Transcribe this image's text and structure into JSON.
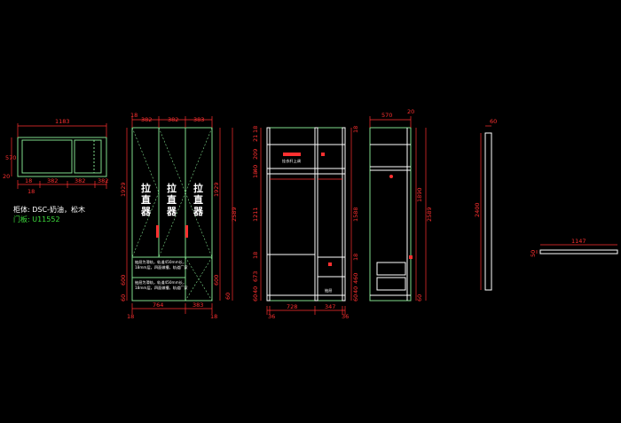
{
  "colors": {
    "background": "#000000",
    "outline": "#7fdc8c",
    "dimension": "#ff3030",
    "panel": "#ffffff",
    "door_text": "#ffffff",
    "material_text": "#ffffff",
    "door_code_text": "#3cdc3c"
  },
  "material": {
    "cabinet": "柜体: DSC-奶油，松木",
    "door": "门板: U11552"
  },
  "top_view": {
    "width": "1183",
    "height": "570",
    "left_gap": "20",
    "bottom": [
      "18",
      "382",
      "382",
      "382",
      "18"
    ]
  },
  "front_view": {
    "top": [
      "18",
      "382",
      "382",
      "383"
    ],
    "bottom": [
      "764",
      "383"
    ],
    "side_left": [
      "1929",
      "600",
      "60"
    ],
    "side_right": [
      "1929",
      "600",
      "60",
      "2589"
    ],
    "handle_label": [
      "拉",
      "直",
      "器"
    ],
    "drawer_note": [
      "抽屉为滑轨，轨道450mm长，",
      "18mm层，四面做槽，轨道厂家"
    ],
    "bottom_edge": [
      "18",
      "18"
    ]
  },
  "section_view": {
    "left": [
      "18",
      "21",
      "209",
      "40",
      "18",
      "1211",
      "18",
      "673",
      "40",
      "60"
    ],
    "right": [
      "18",
      "1588",
      "18",
      "460",
      "40",
      "60"
    ],
    "bottom": [
      "36",
      "728",
      "347",
      "36"
    ],
    "top_label": "挂衣杆上调",
    "drawer_label": "抽屉"
  },
  "side_view": {
    "top": [
      "570",
      "20"
    ],
    "right": [
      "1890",
      "2589"
    ],
    "bottom_left": "60"
  },
  "panel_view": {
    "width": "60",
    "height": "2400"
  },
  "bar_view": {
    "width": "1147",
    "height": "50"
  }
}
